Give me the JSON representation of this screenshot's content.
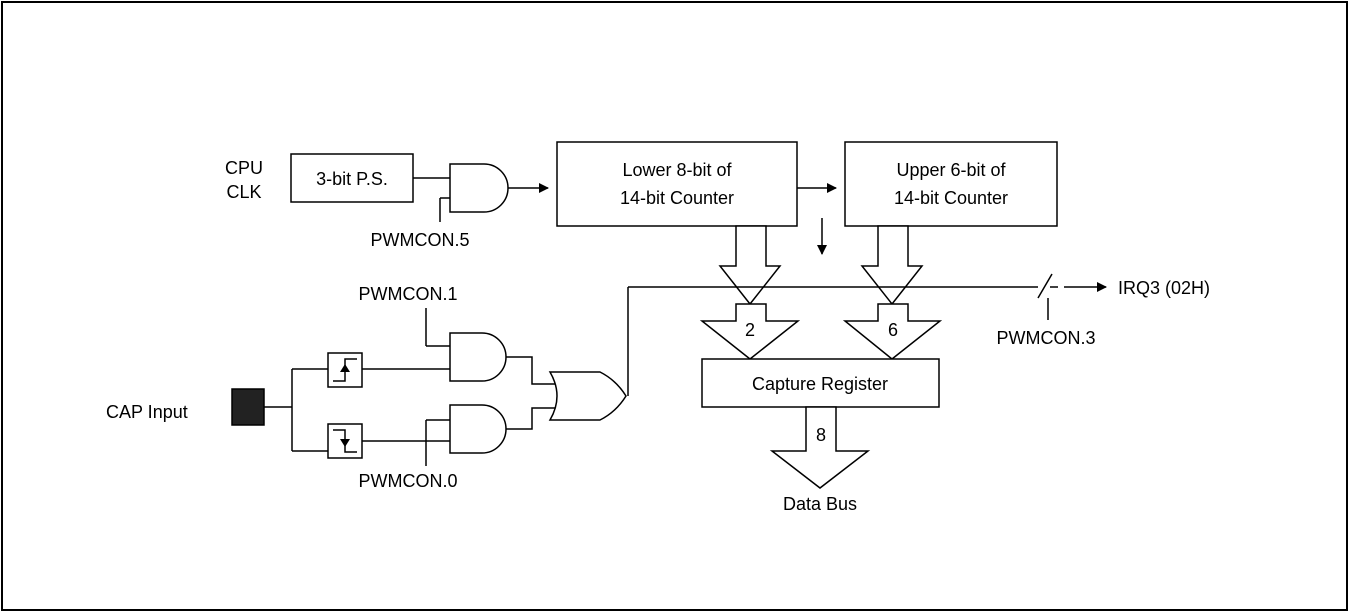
{
  "diagram": {
    "cpu_clk_line1": "CPU",
    "cpu_clk_line2": "CLK",
    "prescaler_label": "3-bit P.S.",
    "lower_counter_line1": "Lower 8-bit of",
    "lower_counter_line2": "14-bit Counter",
    "upper_counter_line1": "Upper 6-bit of",
    "upper_counter_line2": "14-bit Counter",
    "pwmcon5_label": "PWMCON.5",
    "pwmcon1_label": "PWMCON.1",
    "pwmcon0_label": "PWMCON.0",
    "pwmcon3_label": "PWMCON.3",
    "cap_input_label": "CAP Input",
    "irq_label": "IRQ3 (02H)",
    "capture_register_label": "Capture Register",
    "bus_lower_width": "2",
    "bus_upper_width": "6",
    "bus_data_width": "8",
    "data_bus_label": "Data Bus",
    "colors": {
      "line": "#000000",
      "cap_pin_fill": "#222222",
      "background": "#ffffff"
    }
  }
}
